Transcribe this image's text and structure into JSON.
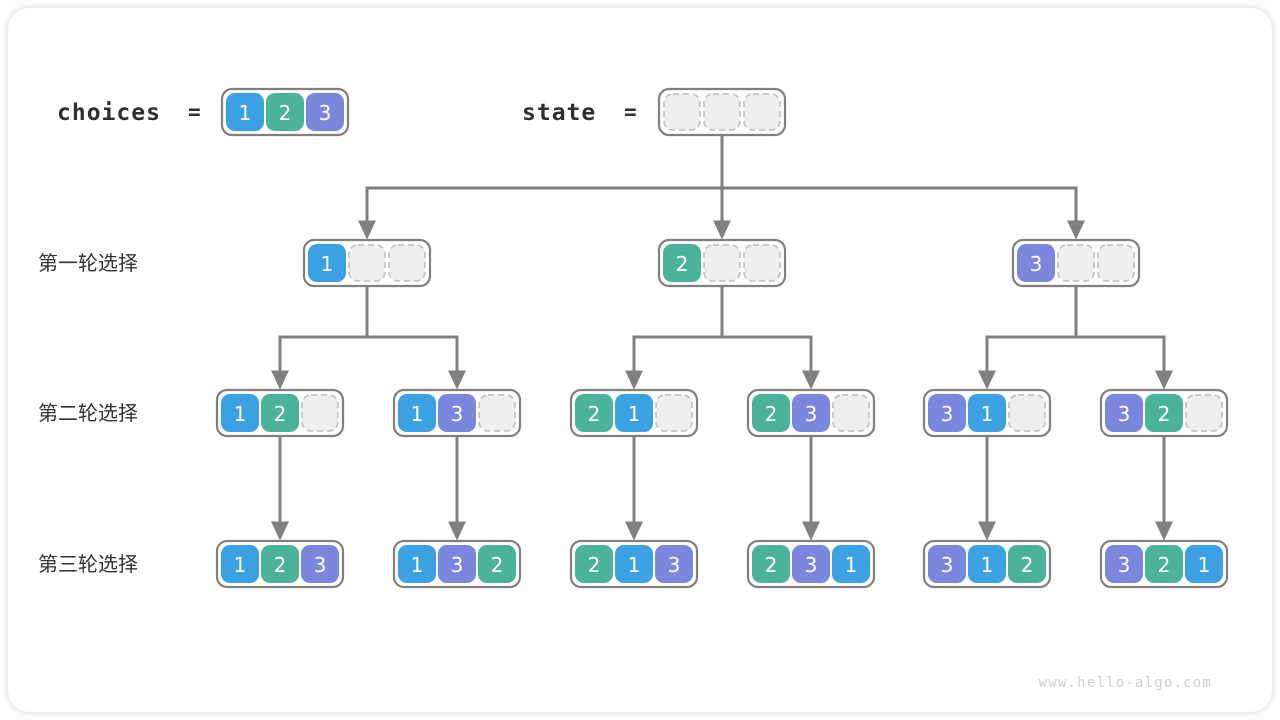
{
  "meta": {
    "watermark": "www.hello-algo.com"
  },
  "header": {
    "choices_label": "choices",
    "choices_equals": "=",
    "state_label": "state",
    "state_equals": "=",
    "choices_values": [
      "1",
      "2",
      "3"
    ],
    "state_values": [
      "",
      "",
      ""
    ]
  },
  "palette": {
    "blue": "#3BA1E3",
    "green": "#4CB39B",
    "purple": "#7B86DE",
    "empty_fill": "#EFEFEF",
    "empty_stroke": "#C4C4C4",
    "group_stroke": "#808080",
    "edge": "#808080",
    "text_dark": "#2F2F2F",
    "watermark": "#CFCFCF"
  },
  "rows": [
    {
      "label": "第一轮选择",
      "nodes": [
        {
          "cells": [
            "1",
            "",
            ""
          ]
        },
        {
          "cells": [
            "2",
            "",
            ""
          ]
        },
        {
          "cells": [
            "3",
            "",
            ""
          ]
        }
      ]
    },
    {
      "label": "第二轮选择",
      "nodes": [
        {
          "cells": [
            "1",
            "2",
            ""
          ]
        },
        {
          "cells": [
            "1",
            "3",
            ""
          ]
        },
        {
          "cells": [
            "2",
            "1",
            ""
          ]
        },
        {
          "cells": [
            "2",
            "3",
            ""
          ]
        },
        {
          "cells": [
            "3",
            "1",
            ""
          ]
        },
        {
          "cells": [
            "3",
            "2",
            ""
          ]
        }
      ]
    },
    {
      "label": "第三轮选择",
      "nodes": [
        {
          "cells": [
            "1",
            "2",
            "3"
          ]
        },
        {
          "cells": [
            "1",
            "3",
            "2"
          ]
        },
        {
          "cells": [
            "2",
            "1",
            "3"
          ]
        },
        {
          "cells": [
            "2",
            "3",
            "1"
          ]
        },
        {
          "cells": [
            "3",
            "1",
            "2"
          ]
        },
        {
          "cells": [
            "3",
            "2",
            "1"
          ]
        }
      ]
    }
  ]
}
